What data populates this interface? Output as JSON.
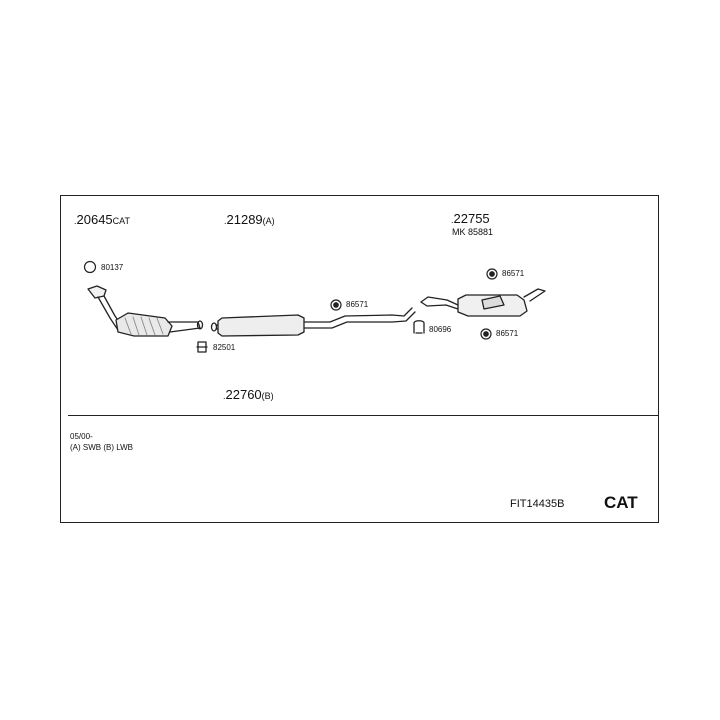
{
  "parts": {
    "p20645": {
      "prefix": ".",
      "number": "20645",
      "suffix": "CAT"
    },
    "p21289": {
      "prefix": ".",
      "number": "21289",
      "suffix": "(A)"
    },
    "p22755": {
      "prefix": ".",
      "number": "22755",
      "sub": "MK 85881"
    },
    "p22760": {
      "prefix": ".",
      "number": "22760",
      "suffix": "(B)"
    }
  },
  "fittings": {
    "f80137": "80137",
    "f82501": "82501",
    "f86571_mid": "86571",
    "f80696": "80696",
    "f86571_top": "86571",
    "f86571_bot": "86571"
  },
  "notes": {
    "line1": "05/00-",
    "line2": "(A) SWB (B) LWB"
  },
  "footer": {
    "code": "FIT14435B",
    "type": "CAT"
  }
}
